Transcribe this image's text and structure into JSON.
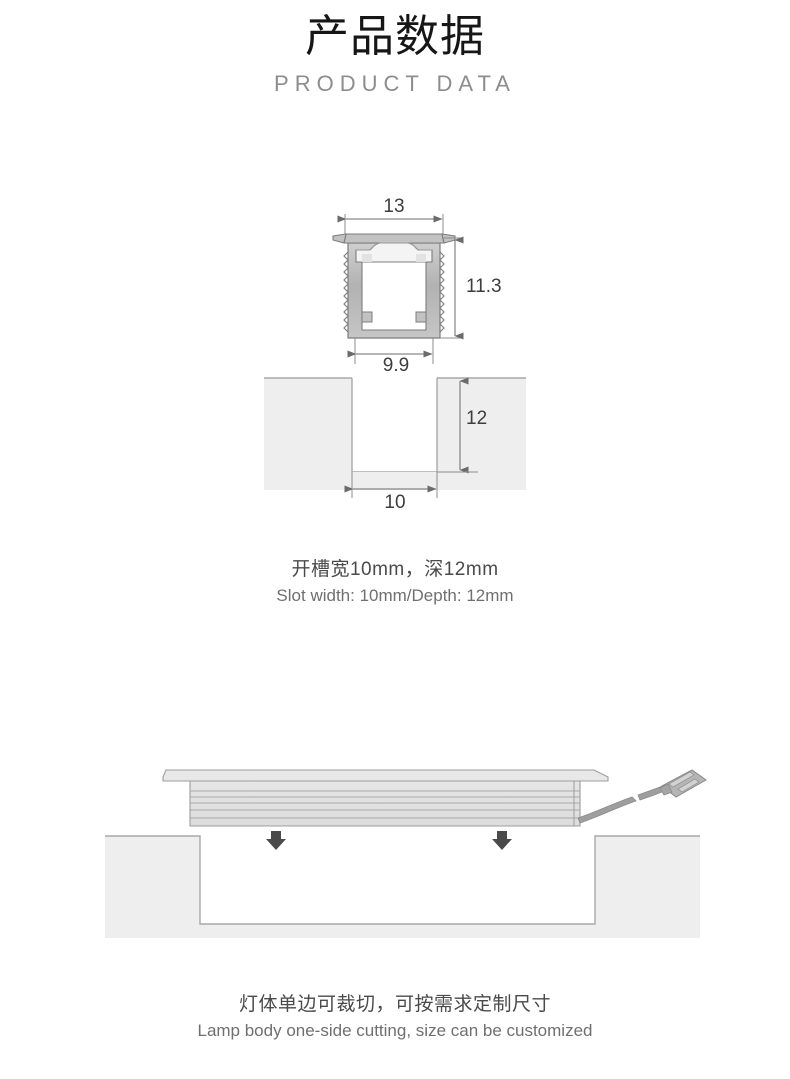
{
  "header": {
    "title_cn": "产品数据",
    "title_en": "PRODUCT DATA"
  },
  "profile_diagram": {
    "name": "profile-cross-section",
    "dimensions": {
      "top_width": "13",
      "height": "11.3",
      "body_width": "9.9"
    }
  },
  "slot_diagram": {
    "name": "slot-cross-section",
    "dimensions": {
      "depth": "12",
      "width": "10"
    }
  },
  "slot_caption": {
    "cn": "开槽宽10mm，深12mm",
    "en": "Slot width: 10mm/Depth: 12mm"
  },
  "install_diagram": {
    "name": "installation-diagram",
    "arrow_count": 2,
    "connector_label": "cable-connector"
  },
  "cut_caption": {
    "cn": "灯体单边可裁切，可按需求定制尺寸",
    "en": "Lamp body one-side cutting, size can be customized"
  },
  "colors": {
    "page_background": "#ffffff",
    "title_text": "#161616",
    "subtitle_text": "#8d8d8d",
    "caption_cn_text": "#4a4a4a",
    "caption_en_text": "#6f6f6f",
    "dimension_line": "#6b6b6b",
    "dimension_text": "#3d3d3d",
    "metal_fill": "#b4b4b4",
    "metal_light": "#d9d9d9",
    "lens_fill": "#f2f2f2",
    "block_fill": "#eeeeee",
    "block_stroke": "#a8a8a8",
    "body_fill": "#e2e2e2",
    "arrow_fill": "#4a4a4a"
  }
}
